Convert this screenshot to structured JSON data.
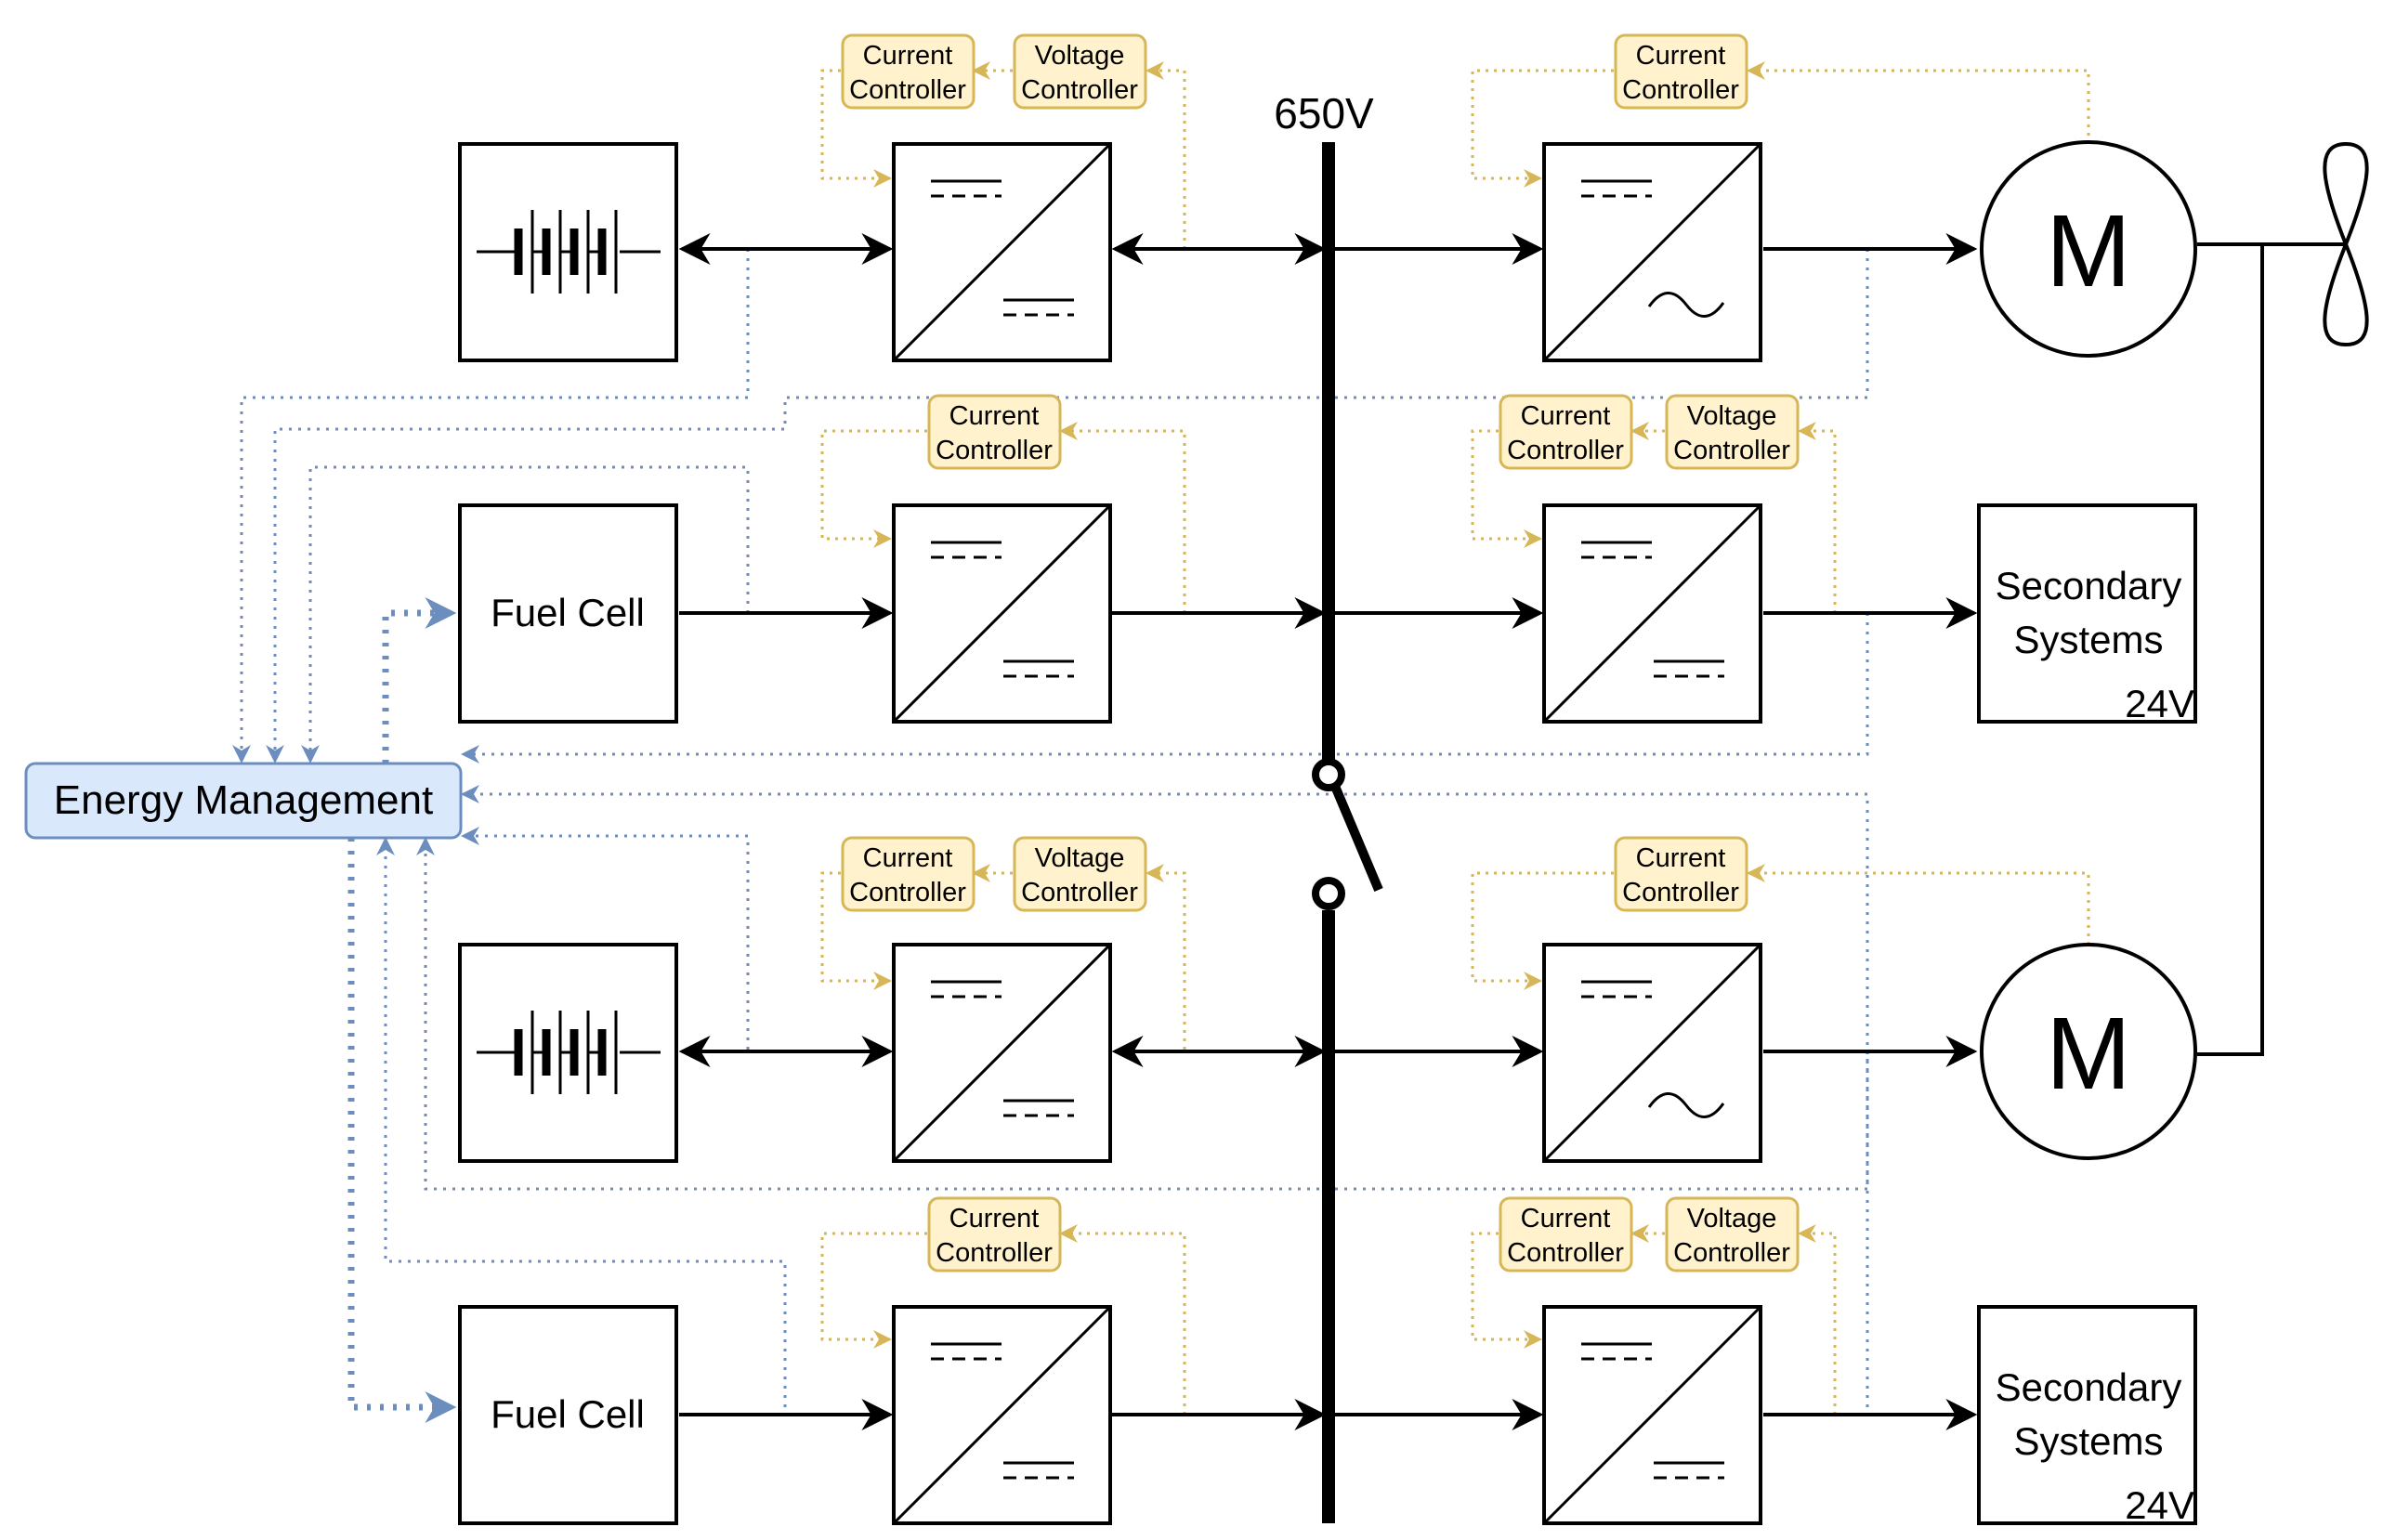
{
  "bus": {
    "voltage_label": "650V"
  },
  "energy_management": {
    "label": "Energy Management"
  },
  "controllers": {
    "current_line1": "Current",
    "voltage_line1": "Voltage",
    "line2": "Controller"
  },
  "sources": {
    "fuel_cell_label": "Fuel Cell"
  },
  "loads": {
    "secondary_line1": "Secondary",
    "secondary_line2": "Systems",
    "secondary_voltage": "24V",
    "motor_label": "M"
  },
  "colors": {
    "controller_fill": "#fff2cc",
    "controller_stroke": "#d6b656",
    "em_fill": "#dae8fc",
    "em_stroke": "#6c8ebf",
    "line": "#000000"
  },
  "icons": [
    "battery-icon",
    "dc-dc-converter-icon",
    "dc-ac-inverter-icon",
    "motor-icon",
    "propeller-icon",
    "switch-icon"
  ]
}
